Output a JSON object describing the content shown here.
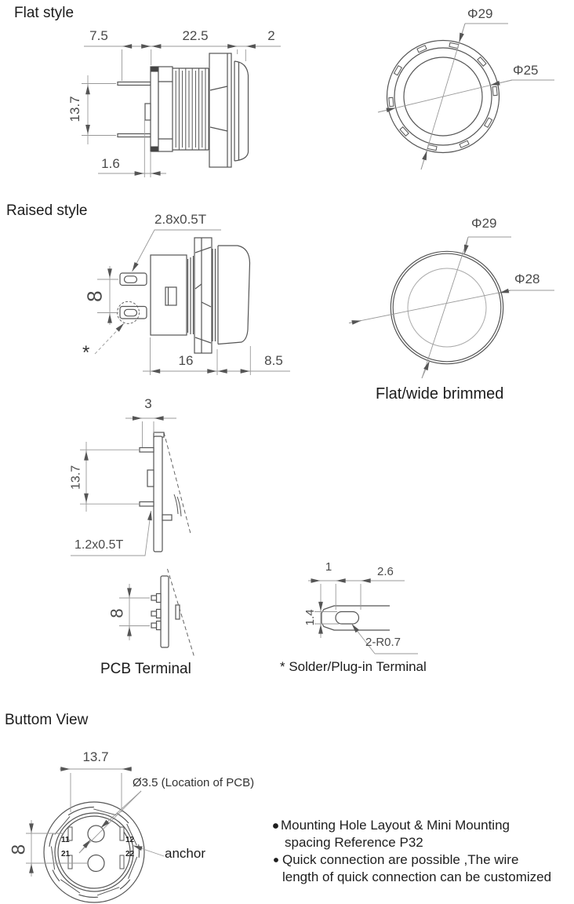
{
  "sections": {
    "flat_side": {
      "title": "Flat style",
      "dim_pin": "7.5",
      "dim_body": "22.5",
      "dim_cap": "2",
      "dim_height": "13.7",
      "dim_washer": "1.6"
    },
    "flat_front": {
      "dia_outer": "Φ29",
      "dia_ring": "Φ25"
    },
    "raised_side": {
      "title": "Raised style",
      "terminal_spec": "2.8x0.5T",
      "dim_pin_spacing": "8",
      "asterisk": "*",
      "dim_body": "16",
      "dim_cap": "8.5"
    },
    "raised_front": {
      "dia_outer": "Φ29",
      "dia_body": "Φ28",
      "caption": "Flat/wide brimmed"
    },
    "pcb_side": {
      "dim_top": "3",
      "dim_height": "13.7",
      "terminal_spec": "1.2x0.5T"
    },
    "pcb_terminal": {
      "dim_pin_spacing": "8",
      "caption": "PCB Terminal"
    },
    "solder_terminal": {
      "dim_offset": "1",
      "dim_length": "2.6",
      "dim_slot": "1.4",
      "radius_note": "2-R0.7",
      "caption": "* Solder/Plug-in Terminal"
    },
    "bottom_view": {
      "title": "Buttom View",
      "dim_width": "13.7",
      "hole_note": "Ø3.5  (Location of PCB)",
      "dim_height": "8",
      "anchor_label": "anchor",
      "terminal_ids": [
        "11",
        "12",
        "21",
        "22"
      ]
    },
    "notes": {
      "items": [
        {
          "l1": "Mounting Hole Layout & Mini Mounting",
          "l2": "spacing Reference P32"
        },
        {
          "l1": "Quick connection are possible ,The wire",
          "l2": "length of quick connection can be customized"
        }
      ]
    }
  },
  "colors": {
    "ink": "#1c1c1c",
    "outline": "#555555",
    "dimension": "#999999",
    "arrow": "#555555"
  }
}
